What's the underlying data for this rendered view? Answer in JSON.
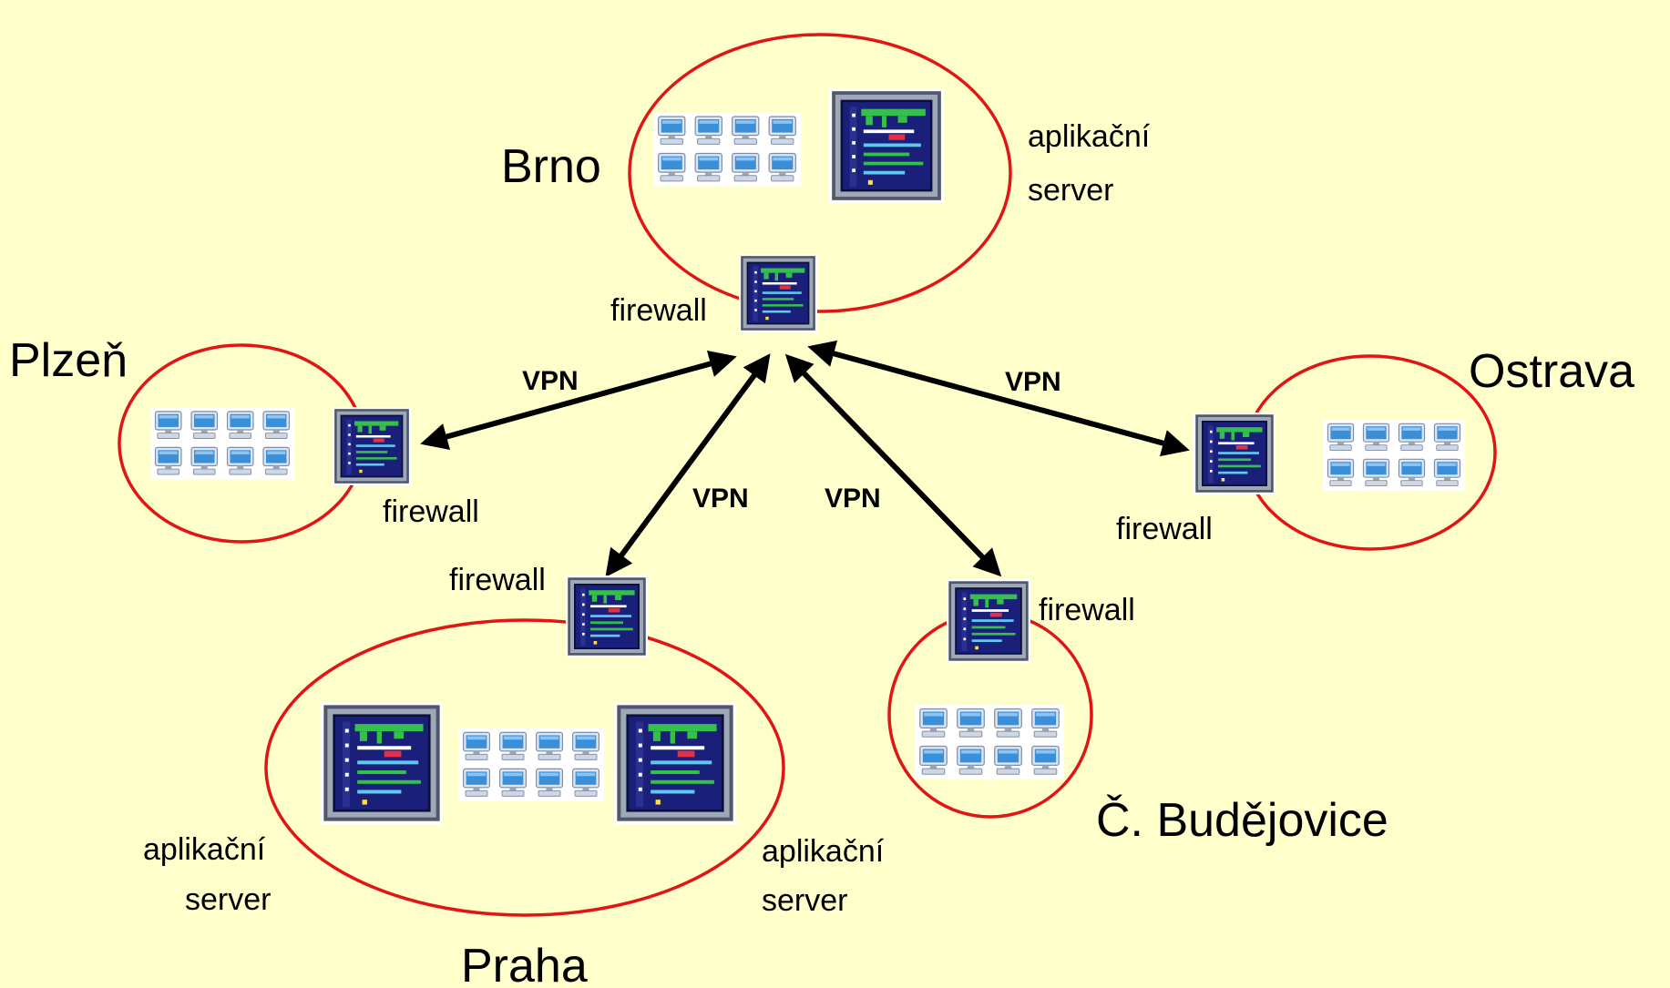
{
  "sites": {
    "brno": {
      "name": "Brno",
      "server_line1": "aplikační",
      "server_line2": "server",
      "firewall": "firewall"
    },
    "plzen": {
      "name": "Plzeň",
      "firewall": "firewall"
    },
    "ostrava": {
      "name": "Ostrava",
      "firewall": "firewall"
    },
    "praha": {
      "name": "Praha",
      "firewall": "firewall",
      "server_left_line1": "aplikační",
      "server_left_line2": "server",
      "server_right_line1": "aplikační",
      "server_right_line2": "server"
    },
    "budejovice": {
      "name": "Č. Budějovice",
      "firewall": "firewall"
    }
  },
  "links": {
    "plzen": "VPN",
    "praha": "VPN",
    "budejovice": "VPN",
    "ostrava": "VPN"
  },
  "colors": {
    "background": "#ffffcc",
    "site_outline": "#e01515",
    "vpn_arrow": "#000000",
    "server_screen": "#1a1f7a",
    "pc_screen": "#3b8fd8"
  },
  "icons": {
    "server": "server-icon",
    "firewall": "firewall-icon",
    "workstation": "workstation-icon"
  }
}
